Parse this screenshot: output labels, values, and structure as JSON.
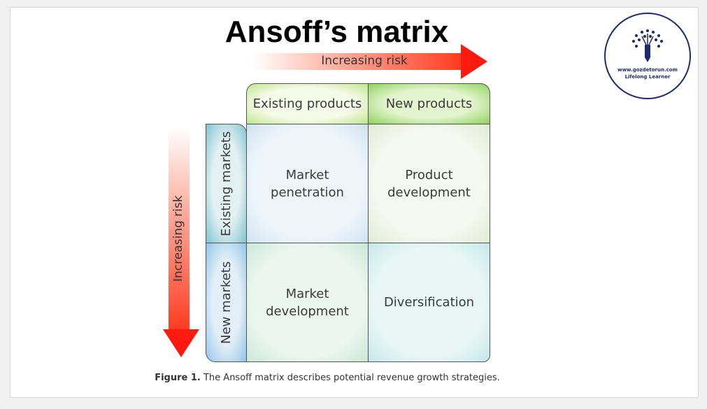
{
  "title": "Ansoff’s matrix",
  "arrows": {
    "horizontal_label": "Increasing risk",
    "vertical_label": "Increasing risk",
    "color": "#ff2a1a"
  },
  "columns": [
    "Existing products",
    "New products"
  ],
  "rows": [
    "Existing markets",
    "New markets"
  ],
  "cells": [
    "Market penetration",
    "Product development",
    "Market development",
    "Diversification"
  ],
  "caption": {
    "label": "Figure 1.",
    "text": " The Ansoff matrix describes potential revenue growth strategies."
  },
  "logo": {
    "url": "www.gozdetorun.com",
    "tagline": "Lifelong Learner",
    "color": "#1f2a6b"
  }
}
